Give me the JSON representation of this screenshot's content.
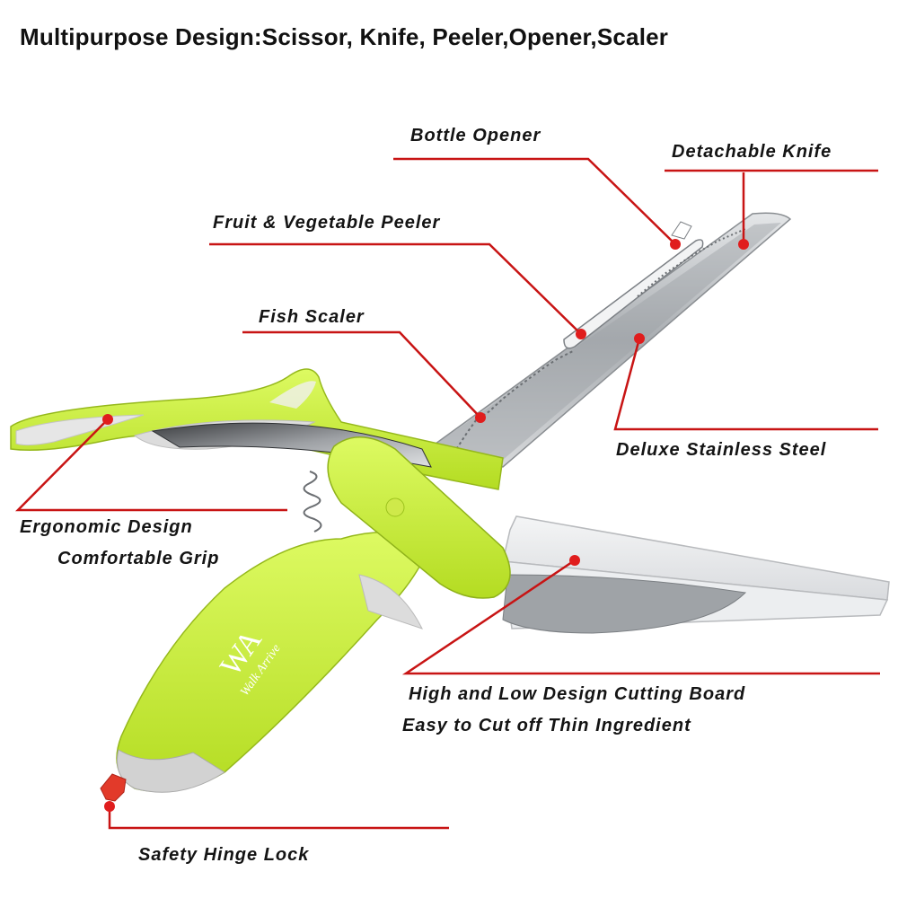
{
  "title": "Multipurpose Design:Scissor, Knife, Peeler,Opener,Scaler",
  "callouts": {
    "bottle_opener": "Bottle Opener",
    "detachable_knife": "Detachable Knife",
    "peeler": "Fruit & Vegetable Peeler",
    "fish_scaler": "Fish Scaler",
    "stainless_steel": "Deluxe Stainless Steel",
    "ergonomic_1": "Ergonomic Design",
    "ergonomic_2": "Comfortable Grip",
    "cutting_board_1": "High and Low Design Cutting Board",
    "cutting_board_2": "Easy to Cut off Thin Ingredient",
    "hinge_lock": "Safety Hinge Lock"
  },
  "brand": {
    "logo": "WA",
    "name": "Walk Arrive"
  },
  "colors": {
    "handle": "#c8f23a",
    "handle_shade": "#a9d11c",
    "grip": "#d8d8d8",
    "steel": "#b9bcbf",
    "callout_line": "#c81414",
    "marker": "#e01d1d"
  }
}
